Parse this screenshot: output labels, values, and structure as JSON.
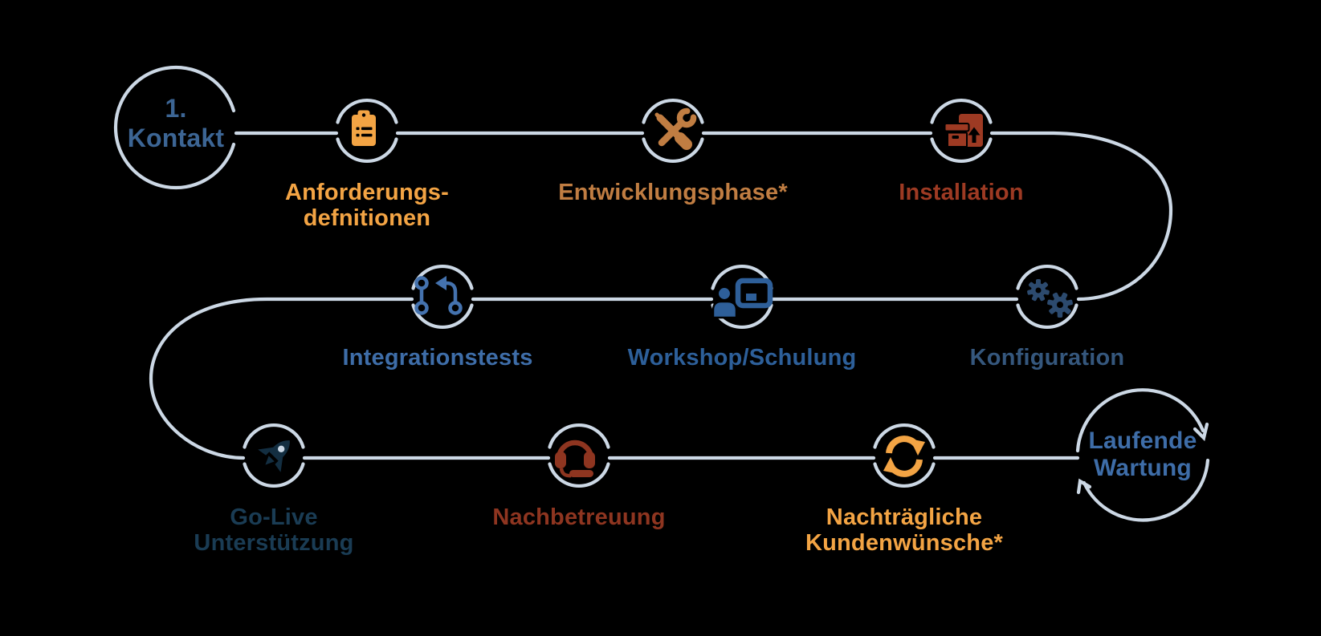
{
  "diagram": {
    "title": "customer-project-process-flow",
    "background": "#000000",
    "line_color": "#ccd8e5",
    "rocket_window_color": "#c9d6e4",
    "nodes": [
      {
        "id": "erstkontakt",
        "lines": [
          "1.",
          "Kontakt"
        ],
        "color": "#3c6594",
        "icon": null
      },
      {
        "id": "anforderungsdefinitionen",
        "lines": [
          "Anforderungs-",
          "defnitionen"
        ],
        "color": "#f3a444",
        "icon": "clipboard-icon",
        "icon_color": "#f3a444"
      },
      {
        "id": "entwicklungsphase",
        "lines": [
          "Entwicklungsphase*"
        ],
        "color": "#c07d42",
        "icon": "wrench-screwdriver-icon",
        "icon_color": "#c07d42"
      },
      {
        "id": "installation",
        "lines": [
          "Installation"
        ],
        "color": "#9d3a23",
        "icon": "unpack-box-icon",
        "icon_color": "#9d3a23"
      },
      {
        "id": "konfiguration",
        "lines": [
          "Konfiguration"
        ],
        "color": "#35577d",
        "icon": "gears-icon",
        "icon_color": "#2c4a6e"
      },
      {
        "id": "workshop-schulung",
        "lines": [
          "Workshop/Schulung"
        ],
        "color": "#2d5f99",
        "icon": "presenter-icon",
        "icon_color": "#2e5f99"
      },
      {
        "id": "integrationstests",
        "lines": [
          "Integrationstests"
        ],
        "color": "#3e6da8",
        "icon": "git-pull-request-icon",
        "icon_color": "#4472ae"
      },
      {
        "id": "go-live-unterstuetzung",
        "lines": [
          "Go-Live",
          "Unterstützung"
        ],
        "color": "#1a3c54",
        "icon": "rocket-icon",
        "icon_color": "#132e41"
      },
      {
        "id": "nachbetreuung",
        "lines": [
          "Nachbetreuung"
        ],
        "color": "#8e3520",
        "icon": "headset-icon",
        "icon_color": "#8e3520"
      },
      {
        "id": "nachtraegliche-kundenwuensche",
        "lines": [
          "Nachträgliche",
          "Kundenwünsche*"
        ],
        "color": "#f3a444",
        "icon": "sync-icon",
        "icon_color": "#f3a444"
      },
      {
        "id": "laufende-wartung",
        "lines": [
          "Laufende",
          "Wartung"
        ],
        "color": "#3e6da8",
        "icon": null
      }
    ]
  }
}
